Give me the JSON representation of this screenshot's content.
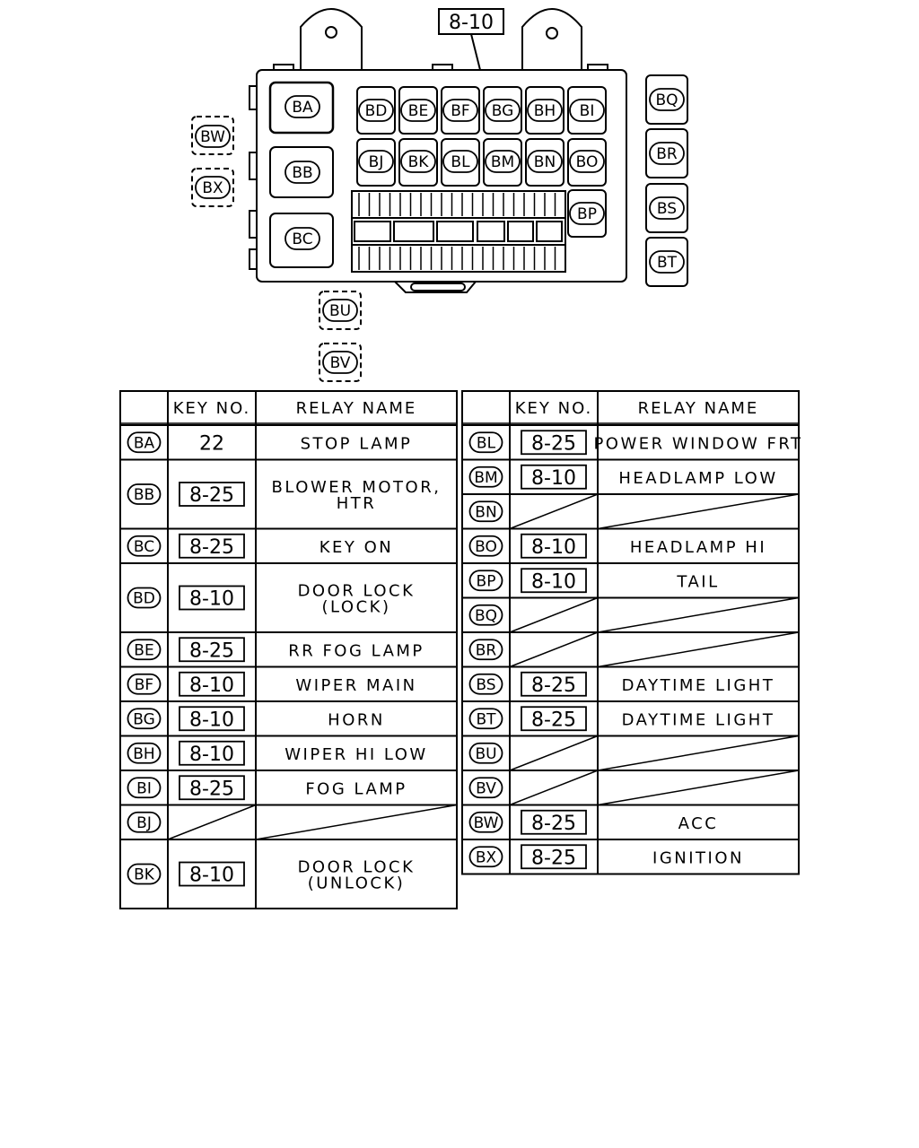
{
  "ref_label": "8-10",
  "connectors": {
    "BA": "BA",
    "BB": "BB",
    "BC": "BC",
    "BD": "BD",
    "BE": "BE",
    "BF": "BF",
    "BG": "BG",
    "BH": "BH",
    "BI": "BI",
    "BJ": "BJ",
    "BK": "BK",
    "BL": "BL",
    "BM": "BM",
    "BN": "BN",
    "BO": "BO",
    "BP": "BP",
    "BQ": "BQ",
    "BR": "BR",
    "BS": "BS",
    "BT": "BT",
    "BU": "BU",
    "BV": "BV",
    "BW": "BW",
    "BX": "BX"
  },
  "table_headers": {
    "key": "KEY NO.",
    "relay": "RELAY NAME"
  },
  "left_rows": [
    {
      "code": "BA",
      "key": "22",
      "boxed": false,
      "name": [
        "STOP LAMP"
      ],
      "empty": false
    },
    {
      "code": "BB",
      "key": "8-25",
      "boxed": true,
      "name": [
        "BLOWER MOTOR,",
        "HTR"
      ],
      "empty": false
    },
    {
      "code": "BC",
      "key": "8-25",
      "boxed": true,
      "name": [
        "KEY ON"
      ],
      "empty": false
    },
    {
      "code": "BD",
      "key": "8-10",
      "boxed": true,
      "name": [
        "DOOR LOCK",
        "(LOCK)"
      ],
      "empty": false
    },
    {
      "code": "BE",
      "key": "8-25",
      "boxed": true,
      "name": [
        "RR FOG LAMP"
      ],
      "empty": false
    },
    {
      "code": "BF",
      "key": "8-10",
      "boxed": true,
      "name": [
        "WIPER MAIN"
      ],
      "empty": false
    },
    {
      "code": "BG",
      "key": "8-10",
      "boxed": true,
      "name": [
        "HORN"
      ],
      "empty": false
    },
    {
      "code": "BH",
      "key": "8-10",
      "boxed": true,
      "name": [
        "WIPER HI LOW"
      ],
      "empty": false
    },
    {
      "code": "BI",
      "key": "8-25",
      "boxed": true,
      "name": [
        "FOG LAMP"
      ],
      "empty": false
    },
    {
      "code": "BJ",
      "key": "",
      "boxed": false,
      "name": [],
      "empty": true
    },
    {
      "code": "BK",
      "key": "8-10",
      "boxed": true,
      "name": [
        "DOOR LOCK",
        "(UNLOCK)"
      ],
      "empty": false
    }
  ],
  "right_rows": [
    {
      "code": "BL",
      "key": "8-25",
      "boxed": true,
      "name": [
        "POWER WINDOW FRT"
      ],
      "empty": false
    },
    {
      "code": "BM",
      "key": "8-10",
      "boxed": true,
      "name": [
        "HEADLAMP LOW"
      ],
      "empty": false
    },
    {
      "code": "BN",
      "key": "",
      "boxed": false,
      "name": [],
      "empty": true
    },
    {
      "code": "BO",
      "key": "8-10",
      "boxed": true,
      "name": [
        "HEADLAMP HI"
      ],
      "empty": false
    },
    {
      "code": "BP",
      "key": "8-10",
      "boxed": true,
      "name": [
        "TAIL"
      ],
      "empty": false
    },
    {
      "code": "BQ",
      "key": "",
      "boxed": false,
      "name": [],
      "empty": true
    },
    {
      "code": "BR",
      "key": "",
      "boxed": false,
      "name": [],
      "empty": true
    },
    {
      "code": "BS",
      "key": "8-25",
      "boxed": true,
      "name": [
        "DAYTIME LIGHT"
      ],
      "empty": false
    },
    {
      "code": "BT",
      "key": "8-25",
      "boxed": true,
      "name": [
        "DAYTIME LIGHT"
      ],
      "empty": false
    },
    {
      "code": "BU",
      "key": "",
      "boxed": false,
      "name": [],
      "empty": true
    },
    {
      "code": "BV",
      "key": "",
      "boxed": false,
      "name": [],
      "empty": true
    },
    {
      "code": "BW",
      "key": "8-25",
      "boxed": true,
      "name": [
        "ACC"
      ],
      "empty": false
    },
    {
      "code": "BX",
      "key": "8-25",
      "boxed": true,
      "name": [
        "IGNITION"
      ],
      "empty": false
    }
  ]
}
